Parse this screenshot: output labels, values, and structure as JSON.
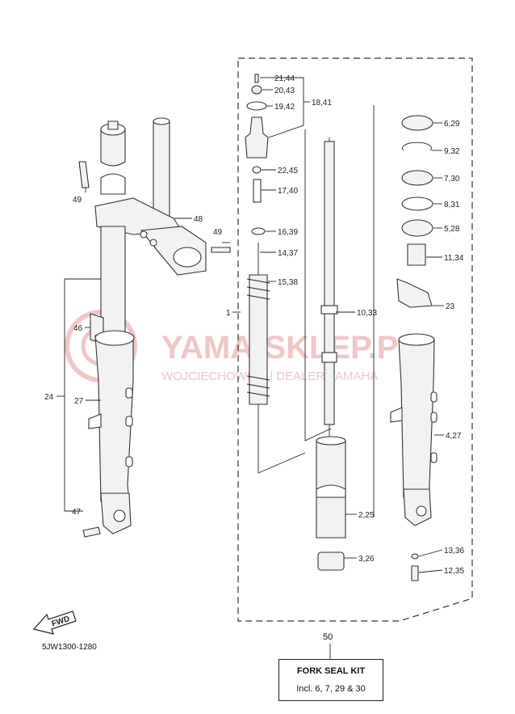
{
  "watermark": {
    "brand": "YAMA-SKLEP.PL",
    "dealer": "WOJCIECHOWICZ | DEALER YAMAHA"
  },
  "diagram_code": "5JW1300-1280",
  "fwd_label": "FWD",
  "kit": {
    "number": "50",
    "title": "FORK SEAL KIT",
    "includes": "Incl. 6, 7, 29 & 30"
  },
  "callouts": {
    "c21_44": "21,44",
    "c20_43": "20,43",
    "c19_42": "19,42",
    "c18_41": "18,41",
    "c22_45": "22,45",
    "c17_40": "17,40",
    "c16_39": "16,39",
    "c14_37": "14,37",
    "c15_38": "15,38",
    "c1": "1",
    "c10_33": "10,33",
    "c2_25": "2,25",
    "c3_26": "3,26",
    "c6_29": "6,29",
    "c9_32": "9,32",
    "c7_30": "7,30",
    "c8_31": "8,31",
    "c5_28": "5,28",
    "c11_34": "11,34",
    "c23": "23",
    "c4_27": "4,27",
    "c13_36": "13,36",
    "c12_35": "12,35",
    "c49a": "49",
    "c48": "48",
    "c49b": "49",
    "c46": "46",
    "c24": "24",
    "c27": "27",
    "c47": "47"
  }
}
